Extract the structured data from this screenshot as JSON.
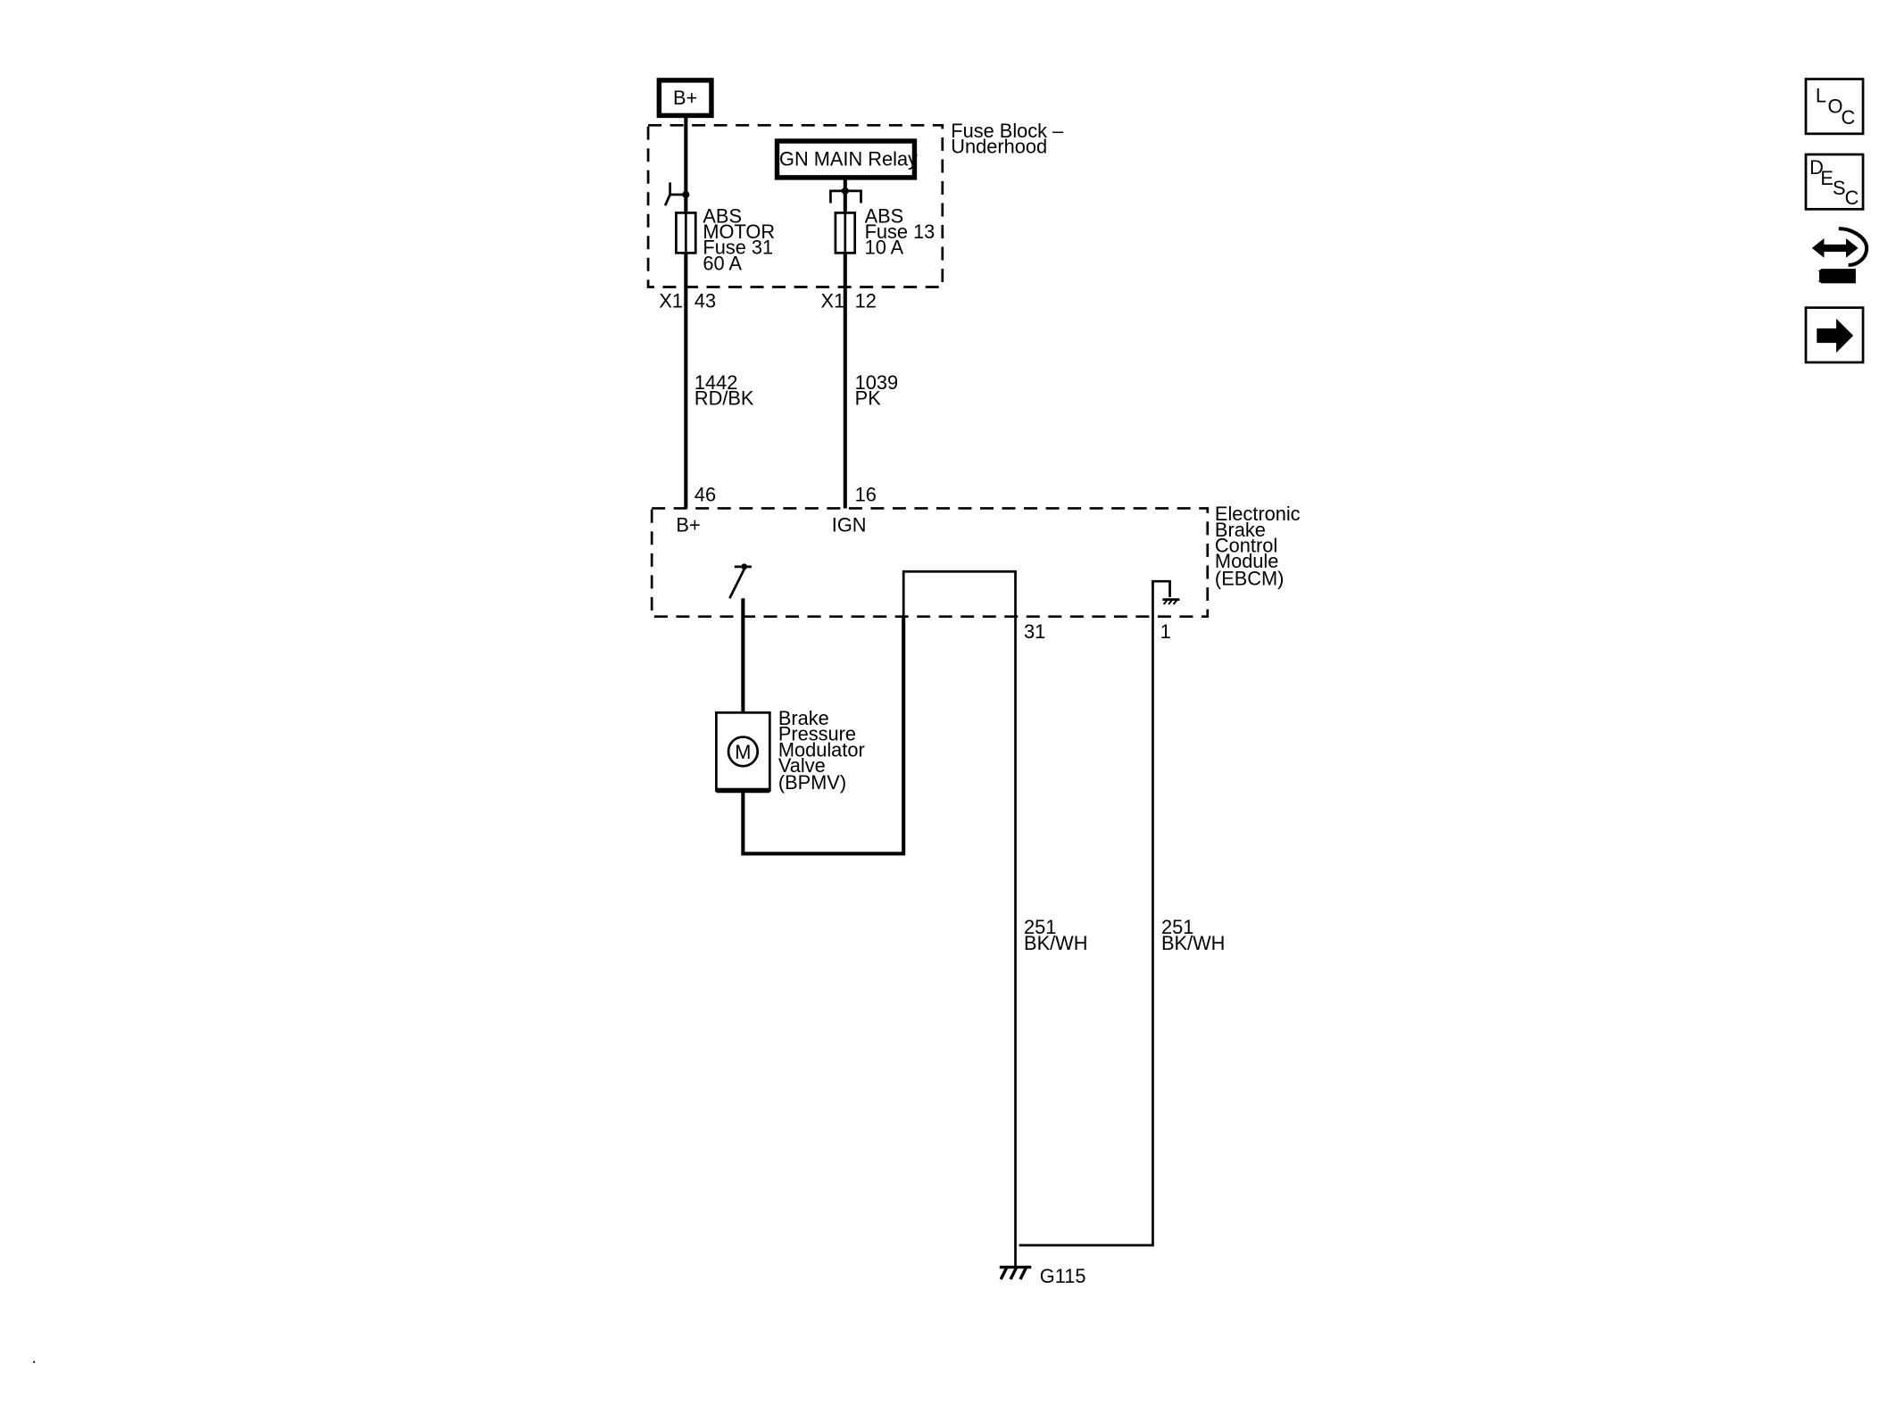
{
  "power": {
    "battery_label": "B+"
  },
  "fuse_block": {
    "label_line1": "Fuse Block –",
    "label_line2": "Underhood",
    "relay_label": "IGN MAIN Relay",
    "fuse31": {
      "l1": "ABS",
      "l2": "MOTOR",
      "l3": "Fuse 31",
      "l4": "60 A"
    },
    "fuse13": {
      "l1": "ABS",
      "l2": "Fuse 13",
      "l3": "10 A"
    },
    "conn_left": {
      "name": "X1",
      "pin": "43"
    },
    "conn_right": {
      "name": "X1",
      "pin": "12"
    }
  },
  "wires": {
    "w1442": {
      "circuit": "1442",
      "color": "RD/BK"
    },
    "w1039": {
      "circuit": "1039",
      "color": "PK"
    },
    "w251a": {
      "circuit": "251",
      "color": "BK/WH"
    },
    "w251b": {
      "circuit": "251",
      "color": "BK/WH"
    }
  },
  "ebcm": {
    "label_line1": "Electronic",
    "label_line2": "Brake",
    "label_line3": "Control",
    "label_line4": "Module",
    "label_line5": "(EBCM)",
    "pin_bplus": "46",
    "pin_bplus_name": "B+",
    "pin_ign": "16",
    "pin_ign_name": "IGN",
    "pin_31": "31",
    "pin_1": "1"
  },
  "bpmv": {
    "motor_symbol": "M",
    "l1": "Brake",
    "l2": "Pressure",
    "l3": "Modulator",
    "l4": "Valve",
    "l5": "(BPMV)"
  },
  "ground": {
    "label": "G115"
  },
  "toolbar": {
    "loc": {
      "a": "L",
      "b": "O",
      "c": "C",
      "icon": "location-icon"
    },
    "desc": {
      "a": "D",
      "b": "E",
      "c": "S",
      "d": "C",
      "icon": "description-icon"
    },
    "connector": {
      "icon": "connector-tool-icon"
    },
    "next": {
      "icon": "arrow-right-icon"
    }
  },
  "colors": {
    "line": "#000000",
    "background": "#ffffff"
  }
}
